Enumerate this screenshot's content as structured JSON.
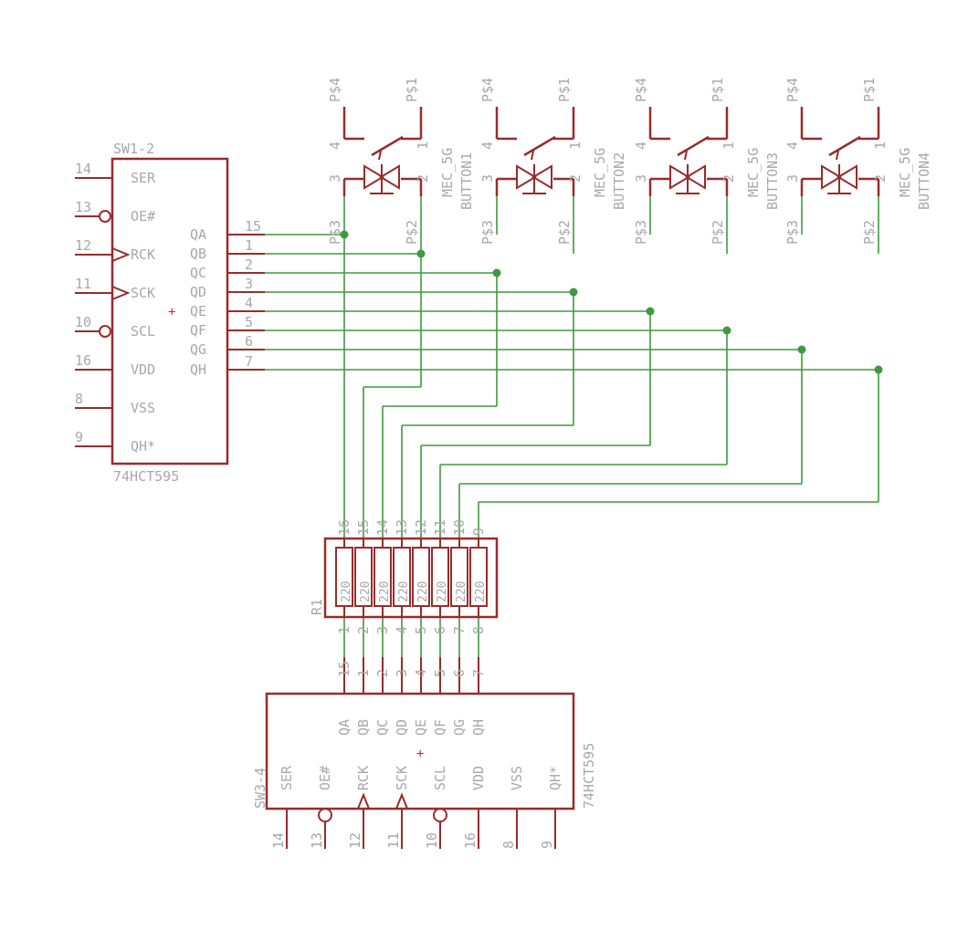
{
  "colors": {
    "symbol": "#9a2b2b",
    "wire": "#3e9a3e",
    "text": "#a8a8a8",
    "background": "#ffffff"
  },
  "ic_top": {
    "name": "SW1-2",
    "value": "74HCT595",
    "left_pins": [
      {
        "num": "14",
        "label": "SER",
        "style": "line"
      },
      {
        "num": "13",
        "label": "OE#",
        "style": "inverted"
      },
      {
        "num": "12",
        "label": "RCK",
        "style": "clock"
      },
      {
        "num": "11",
        "label": "SCK",
        "style": "clock"
      },
      {
        "num": "10",
        "label": "SCL",
        "style": "inverted"
      },
      {
        "num": "16",
        "label": "VDD",
        "style": "line"
      },
      {
        "num": "8",
        "label": "VSS",
        "style": "line"
      },
      {
        "num": "9",
        "label": "QH*",
        "style": "line"
      }
    ],
    "right_pins": [
      {
        "num": "15",
        "label": "QA"
      },
      {
        "num": "1",
        "label": "QB"
      },
      {
        "num": "2",
        "label": "QC"
      },
      {
        "num": "3",
        "label": "QD"
      },
      {
        "num": "4",
        "label": "QE"
      },
      {
        "num": "5",
        "label": "QF"
      },
      {
        "num": "6",
        "label": "QG"
      },
      {
        "num": "7",
        "label": "QH"
      }
    ]
  },
  "buttons": [
    {
      "name": "BUTTON1",
      "value": "MEC_5G"
    },
    {
      "name": "BUTTON2",
      "value": "MEC_5G"
    },
    {
      "name": "BUTTON3",
      "value": "MEC_5G"
    },
    {
      "name": "BUTTON4",
      "value": "MEC_5G"
    }
  ],
  "button_pin_labels": {
    "p4": "P$4",
    "p1": "P$1",
    "p3": "P$3",
    "p2": "P$2",
    "n4": "4",
    "n1": "1",
    "n3": "3",
    "n2": "2"
  },
  "resistor_array": {
    "name": "R1",
    "value": "220",
    "top_pins": [
      "16",
      "15",
      "14",
      "13",
      "12",
      "11",
      "10",
      "9"
    ],
    "bottom_pins": [
      "1",
      "2",
      "3",
      "4",
      "5",
      "6",
      "7",
      "8"
    ]
  },
  "ic_bottom": {
    "name": "SW3-4",
    "value": "74HCT595",
    "top_pins": [
      {
        "num": "15",
        "label": "QA"
      },
      {
        "num": "1",
        "label": "QB"
      },
      {
        "num": "2",
        "label": "QC"
      },
      {
        "num": "3",
        "label": "QD"
      },
      {
        "num": "4",
        "label": "QE"
      },
      {
        "num": "5",
        "label": "QF"
      },
      {
        "num": "6",
        "label": "QG"
      },
      {
        "num": "7",
        "label": "QH"
      }
    ],
    "bottom_pins": [
      {
        "num": "14",
        "label": "SER",
        "style": "line"
      },
      {
        "num": "13",
        "label": "OE#",
        "style": "inverted"
      },
      {
        "num": "12",
        "label": "RCK",
        "style": "clock"
      },
      {
        "num": "11",
        "label": "SCK",
        "style": "clock"
      },
      {
        "num": "10",
        "label": "SCL",
        "style": "inverted"
      },
      {
        "num": "16",
        "label": "VDD",
        "style": "line"
      },
      {
        "num": "8",
        "label": "VSS",
        "style": "line"
      },
      {
        "num": "9",
        "label": "QH*",
        "style": "line"
      }
    ]
  }
}
